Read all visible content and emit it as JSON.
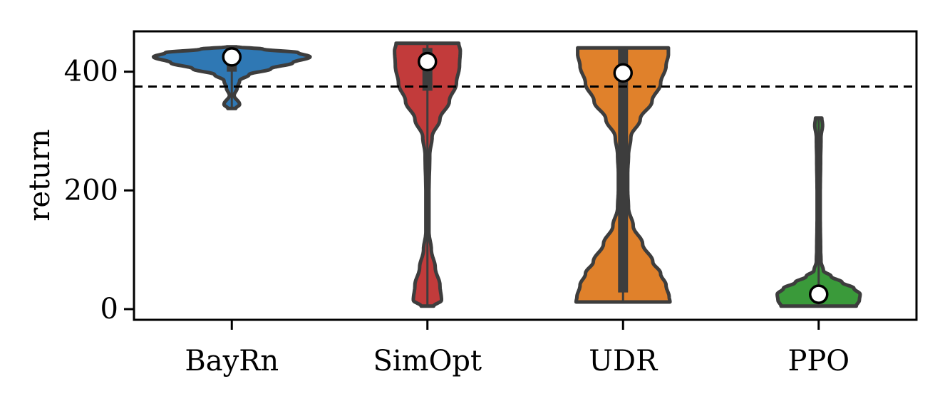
{
  "chart_data": {
    "type": "violin",
    "title": "",
    "xlabel": "",
    "ylabel": "return",
    "ylim": [
      -18,
      468
    ],
    "yticks": [
      0,
      200,
      400
    ],
    "categories": [
      "BayRn",
      "SimOpt",
      "UDR",
      "PPO"
    ],
    "reference_line": {
      "y": 375,
      "style": "dashed",
      "color": "#000000"
    },
    "series": [
      {
        "category": "BayRn",
        "color": "#2f78b4",
        "min": 338,
        "max": 442,
        "mean": 425,
        "iqr": [
          400,
          438
        ],
        "profile": [
          [
            338,
            0.05
          ],
          [
            345,
            0.1
          ],
          [
            360,
            0.03
          ],
          [
            373,
            0.07
          ],
          [
            385,
            0.1
          ],
          [
            395,
            0.22
          ],
          [
            405,
            0.5
          ],
          [
            415,
            0.78
          ],
          [
            425,
            1.0
          ],
          [
            432,
            0.85
          ],
          [
            438,
            0.4
          ],
          [
            442,
            0.06
          ]
        ]
      },
      {
        "category": "SimOpt",
        "color": "#c23b3b",
        "min": 5,
        "max": 448,
        "mean": 417,
        "iqr": [
          368,
          440
        ],
        "profile": [
          [
            5,
            0.08
          ],
          [
            15,
            0.18
          ],
          [
            40,
            0.16
          ],
          [
            70,
            0.1
          ],
          [
            100,
            0.05
          ],
          [
            130,
            0.02
          ],
          [
            200,
            0.02
          ],
          [
            260,
            0.03
          ],
          [
            290,
            0.06
          ],
          [
            320,
            0.16
          ],
          [
            350,
            0.28
          ],
          [
            380,
            0.37
          ],
          [
            410,
            0.41
          ],
          [
            435,
            0.42
          ],
          [
            448,
            0.4
          ]
        ]
      },
      {
        "category": "UDR",
        "color": "#e0812b",
        "min": 12,
        "max": 440,
        "mean": 398,
        "iqr": [
          28,
          440
        ],
        "profile": [
          [
            12,
            0.6
          ],
          [
            20,
            0.59
          ],
          [
            40,
            0.55
          ],
          [
            60,
            0.48
          ],
          [
            80,
            0.38
          ],
          [
            110,
            0.25
          ],
          [
            140,
            0.13
          ],
          [
            170,
            0.07
          ],
          [
            200,
            0.06
          ],
          [
            230,
            0.06
          ],
          [
            260,
            0.07
          ],
          [
            290,
            0.1
          ],
          [
            320,
            0.22
          ],
          [
            350,
            0.37
          ],
          [
            380,
            0.48
          ],
          [
            410,
            0.55
          ],
          [
            430,
            0.58
          ],
          [
            440,
            0.58
          ]
        ]
      },
      {
        "category": "PPO",
        "color": "#3a9a3a",
        "min": 5,
        "max": 322,
        "mean": 25,
        "iqr": [
          15,
          40
        ],
        "profile": [
          [
            5,
            0.48
          ],
          [
            15,
            0.52
          ],
          [
            25,
            0.53
          ],
          [
            35,
            0.45
          ],
          [
            45,
            0.3
          ],
          [
            55,
            0.16
          ],
          [
            65,
            0.06
          ],
          [
            80,
            0.03
          ],
          [
            100,
            0.025
          ],
          [
            150,
            0.02
          ],
          [
            200,
            0.02
          ],
          [
            250,
            0.025
          ],
          [
            290,
            0.03
          ],
          [
            310,
            0.05
          ],
          [
            322,
            0.04
          ]
        ]
      }
    ]
  }
}
